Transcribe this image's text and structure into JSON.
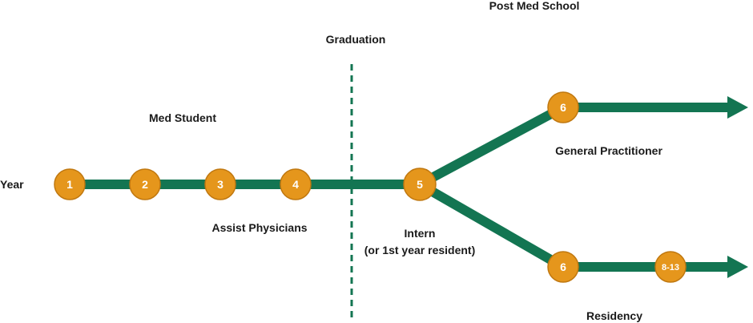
{
  "labels": {
    "post_med_school": "Post Med School",
    "graduation": "Graduation",
    "med_student": "Med Student",
    "year": "Year",
    "assist_physicians": "Assist Physicians",
    "intern_line1": "Intern",
    "intern_line2": "(or 1st year resident)",
    "general_practitioner": "General Practitioner",
    "residency": "Residency"
  },
  "nodes": {
    "n1": "1",
    "n2": "2",
    "n3": "3",
    "n4": "4",
    "n5": "5",
    "n6_gp": "6",
    "n6_res": "6",
    "n8_13": "8-13"
  },
  "colors": {
    "track": "#137552",
    "node_fill": "#E5961C",
    "node_stroke": "#C07810",
    "node_text": "#FFFFFF",
    "text": "#1A1A1A"
  }
}
